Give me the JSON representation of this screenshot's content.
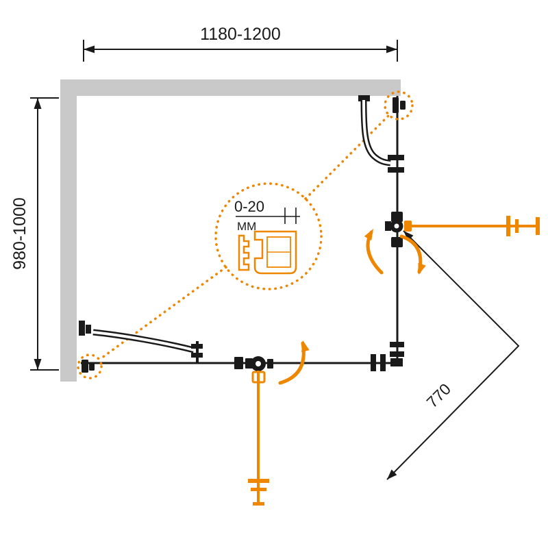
{
  "diagram": {
    "dimensions": {
      "top_width": "1180-1200",
      "left_depth": "980-1000",
      "door_width": "770"
    },
    "detail_callout": {
      "gap_range": "0-20",
      "unit": "ММ"
    },
    "colors": {
      "accent": "#EF8600",
      "wall": "#C9C9C9",
      "line": "#1A1A1A"
    }
  }
}
